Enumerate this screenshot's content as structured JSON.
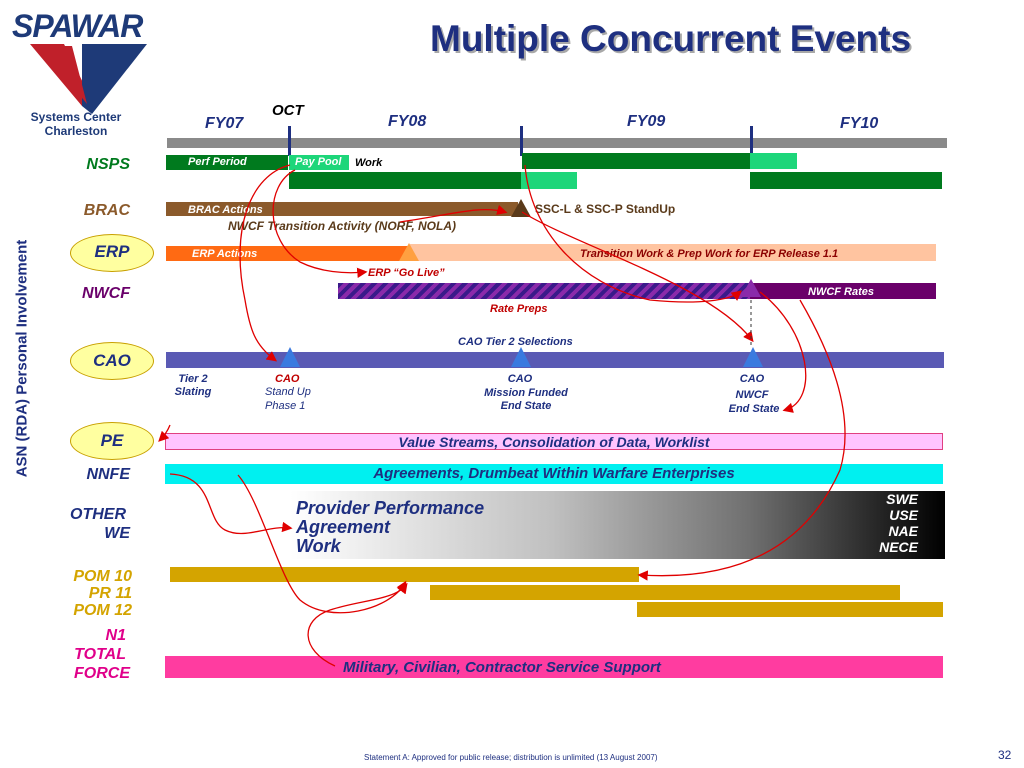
{
  "logo": {
    "wordmark": "SPAWAR",
    "sub1": "Systems Center",
    "sub2": "Charleston"
  },
  "title": "Multiple Concurrent Events",
  "vertical_label": "ASN (RDA) Personal Involvement",
  "timeline": {
    "oct": "OCT",
    "fy": [
      "FY07",
      "FY08",
      "FY09",
      "FY10"
    ]
  },
  "rows": {
    "nsps": "NSPS",
    "brac": "BRAC",
    "erp": "ERP",
    "nwcf": "NWCF",
    "cao": "CAO",
    "pe": "PE",
    "nnfe": "NNFE",
    "other": "OTHER",
    "we": "WE",
    "pom10": "POM 10",
    "pr11": "PR 11",
    "pom12": "POM 12",
    "n1": "N1",
    "total": "TOTAL",
    "force": "FORCE"
  },
  "labels": {
    "perf_period": "Perf Period",
    "pay_pool": "Pay Pool",
    "work": "Work",
    "brac_actions": "BRAC Actions",
    "ssc_standup": "SSC-L & SSC-P StandUp",
    "nwcf_transition": "NWCF Transition Activity (NORF, NOLA)",
    "erp_actions": "ERP Actions",
    "erp_transition": "Transition Work & Prep Work for ERP Release 1.1",
    "erp_go_live": "ERP “Go Live”",
    "nwcf_rates": "NWCF Rates",
    "rate_preps": "Rate Preps",
    "cao_tier2_selections": "CAO Tier 2 Selections",
    "tier2_slating_1": "Tier 2",
    "tier2_slating_2": "Slating",
    "cao_standup_1": "CAO",
    "cao_standup_2": "Stand Up",
    "cao_standup_3": "Phase 1",
    "cao_mission_1": "CAO",
    "cao_mission_2": "Mission Funded",
    "cao_mission_3": "End State",
    "cao_nwcf_1": "CAO",
    "cao_nwcf_2": "NWCF",
    "cao_nwcf_3": "End State",
    "value_streams": "Value Streams, Consolidation of Data, Worklist",
    "agreements": "Agreements, Drumbeat Within Warfare Enterprises",
    "ppa_1": "Provider Performance",
    "ppa_2": "Agreement",
    "ppa_3": "Work",
    "swe": "SWE",
    "use": "USE",
    "nae": "NAE",
    "nece": "NECE",
    "mcs_support": "Military, Civilian, Contractor Service Support"
  },
  "footer": {
    "statement": "Statement A:  Approved for public release; distribution is unlimited (13 August 2007)",
    "page": "32"
  },
  "colors": {
    "title": "#1e2f80",
    "nsps_green": "#007a1e",
    "light_green": "#1dd67a",
    "brac_brown": "#8b5a2b",
    "erp_orange": "#ff6a13",
    "erp_light": "#ffc4a0",
    "nwcf_purple": "#6a006a",
    "cao_blue": "#5a5ab4",
    "pe_pink": "#ffc4ff",
    "nnfe_cyan": "#00f0f0",
    "pom_gold": "#d4a400",
    "force_pink": "#ff3ca0",
    "row_label_green": "#007a1e",
    "row_label_brown": "#8b5a2b",
    "row_label_purple": "#6a006a",
    "row_label_blue": "#1e2f80",
    "row_label_gold": "#d4a400",
    "row_label_pink": "#e0008a",
    "red_arrow": "#e00000"
  }
}
